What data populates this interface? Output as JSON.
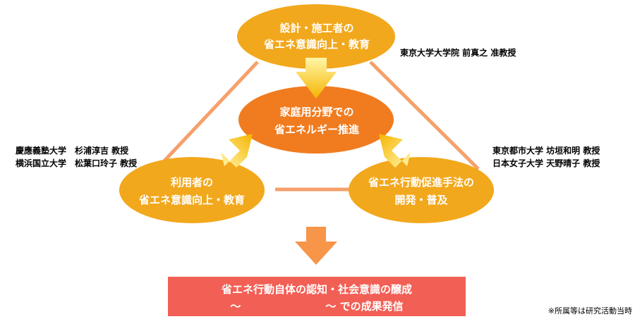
{
  "nodes": {
    "top": {
      "line1": "設計・施工者の",
      "line2": "省エネ意識向上・教育"
    },
    "center": {
      "line1": "家庭用分野での",
      "line2": "省エネルギー推進"
    },
    "left": {
      "line1": "利用者の",
      "line2": "省エネ意識向上・教育"
    },
    "right": {
      "line1": "省エネ行動促進手法の",
      "line2": "開発・普及"
    }
  },
  "affiliations": {
    "top": "東京大学大学院 前真之 准教授",
    "left": [
      "慶應義塾大学　杉浦淳吉 教授",
      "横浜国立大学　松葉口玲子 教授"
    ],
    "right": [
      "東京都市大学 坊垣和明 教授",
      "日本女子大学 天野晴子 教授"
    ]
  },
  "result": {
    "line1": "省エネ行動自体の認知・社会意識の醸成",
    "line2": "～　　　　　　　　～ での成果発信"
  },
  "footnote": "※所属等は研究活動当時",
  "colors": {
    "yellow_node": "#f2a81c",
    "center_node": "#f07c1f",
    "connector": "#f6a06a",
    "arrow_light": "#fff4a0",
    "arrow_dark": "#f5b800",
    "down_arrow": "#f79549",
    "result_box": "#f25f55"
  }
}
